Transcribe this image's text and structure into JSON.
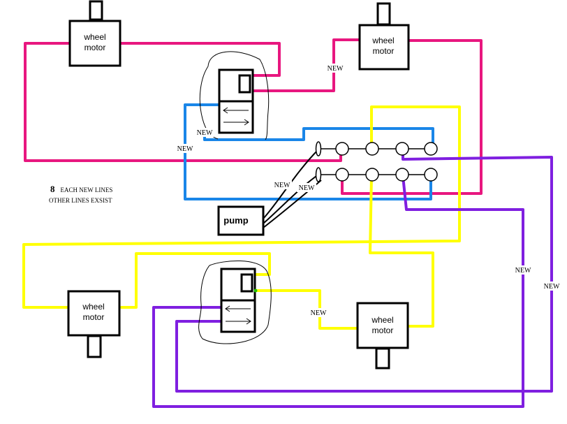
{
  "diagram": {
    "motors": [
      {
        "id": "motor-top-left",
        "line1": "wheel",
        "line2": "motor"
      },
      {
        "id": "motor-top-right",
        "line1": "wheel",
        "line2": "motor"
      },
      {
        "id": "motor-bottom-left",
        "line1": "wheel",
        "line2": "motor"
      },
      {
        "id": "motor-bottom-right",
        "line1": "wheel",
        "line2": "motor"
      }
    ],
    "pump_label": "pump",
    "new_label": "NEW",
    "note": {
      "count": "8",
      "line1_rest": "EACH NEW LINES",
      "line2": "OTHER LINES  EXSIST"
    },
    "wire_colors": {
      "pink": "#e8177f",
      "blue": "#1a86e8",
      "yellow": "#ffff00",
      "purple": "#7f1fe0"
    }
  }
}
